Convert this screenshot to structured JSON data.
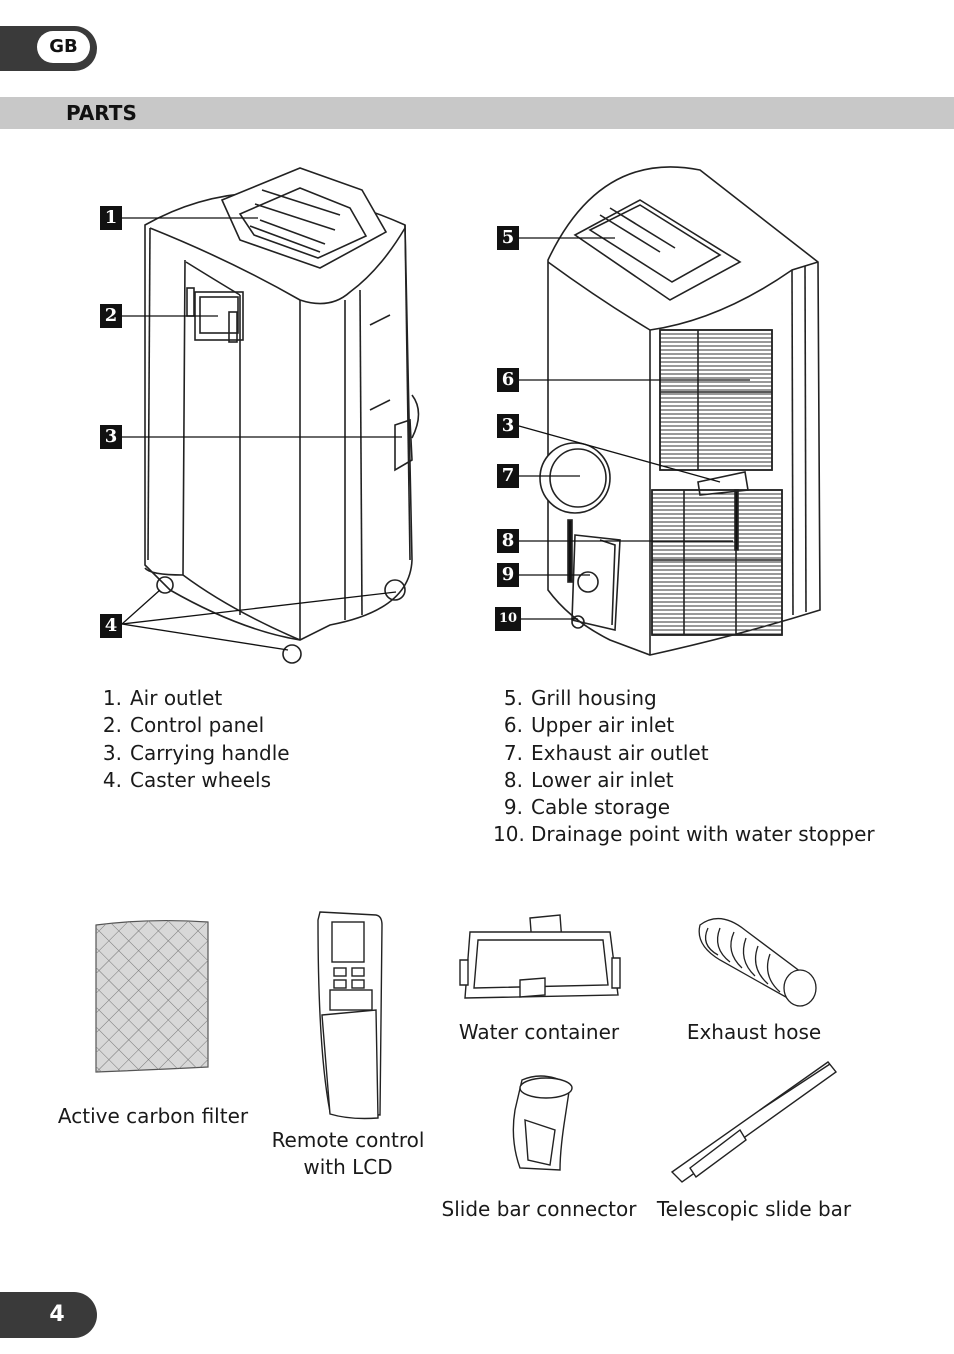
{
  "header": {
    "language": "GB",
    "section_title": "PARTS"
  },
  "callouts": [
    "1",
    "2",
    "3",
    "4",
    "5",
    "6",
    "3",
    "7",
    "8",
    "9",
    "10"
  ],
  "parts_left": [
    {
      "num": "1.",
      "label": "Air outlet"
    },
    {
      "num": "2.",
      "label": "Control panel"
    },
    {
      "num": "3.",
      "label": "Carrying handle"
    },
    {
      "num": "4.",
      "label": "Caster wheels"
    }
  ],
  "parts_right": [
    {
      "num": "5.",
      "label": "Grill housing"
    },
    {
      "num": "6.",
      "label": "Upper air inlet"
    },
    {
      "num": "7.",
      "label": "Exhaust air outlet"
    },
    {
      "num": "8.",
      "label": "Lower air inlet"
    },
    {
      "num": "9.",
      "label": "Cable storage"
    },
    {
      "num": "10.",
      "label": "Drainage point with water stopper"
    }
  ],
  "accessories": {
    "filter": "Active carbon filter",
    "remote_line1": "Remote control",
    "remote_line2": "with LCD",
    "water_container": "Water container",
    "exhaust_hose": "Exhaust hose",
    "slide_connector": "Slide bar connector",
    "slide_bar": "Telescopic slide bar"
  },
  "footer": {
    "page_number": "4"
  }
}
